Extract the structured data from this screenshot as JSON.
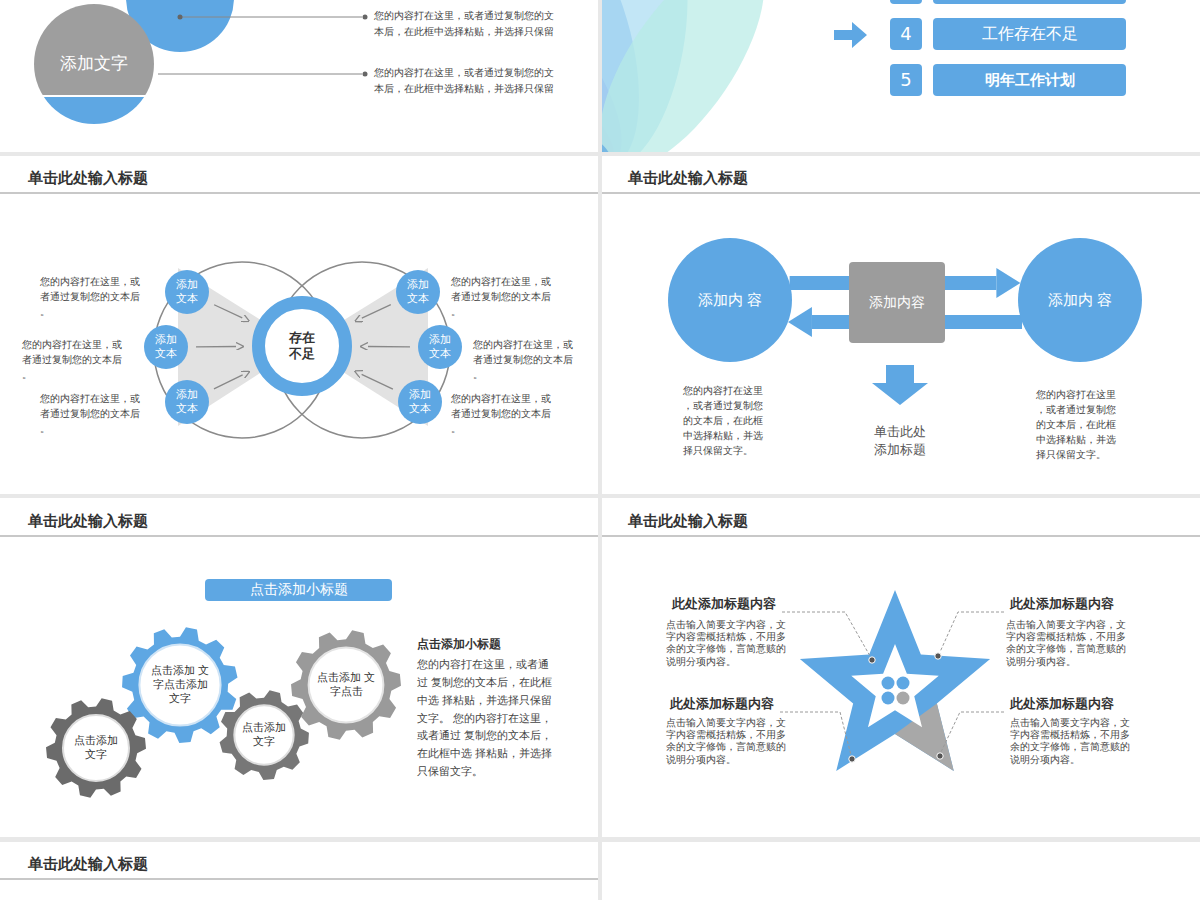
{
  "diagram": {
    "nodes": [
      {
        "text": [
          "添加文字"
        ]
      },
      {
        "text": [
          "4"
        ]
      },
      {
        "text": [
          "工作存在不足"
        ]
      },
      {
        "text": [
          "5"
        ]
      },
      {
        "text": [
          "明年工作计划"
        ]
      },
      {
        "text": [
          "添加 文本"
        ]
      },
      {
        "text": [
          "添加 文本"
        ]
      },
      {
        "text": [
          "添加 文本"
        ]
      },
      {
        "text": [
          "存在 不足"
        ]
      },
      {
        "text": [
          "添加 文本"
        ]
      },
      {
        "text": [
          "添加 文本"
        ]
      },
      {
        "text": [
          "添加 文本"
        ]
      },
      {
        "text": [
          "添加内 容"
        ]
      },
      {
        "text": [
          "添加内容"
        ]
      },
      {
        "text": [
          "添加内 容"
        ]
      },
      {
        "text": [
          "点击添加小标题"
        ]
      },
      {
        "text": [
          "点击添加 文字点击添加 文字"
        ]
      },
      {
        "text": [
          "点击添加 文字"
        ]
      },
      {
        "text": [
          "点击添加 文字"
        ]
      },
      {
        "text": [
          "点击添加 文字点击"
        ]
      }
    ],
    "edges": [
      {
        "from": 5,
        "to": 8,
        "arrow": "to"
      },
      {
        "from": 6,
        "to": 8,
        "arrow": "to"
      },
      {
        "from": 7,
        "to": 8,
        "arrow": "to"
      },
      {
        "from": 9,
        "to": 8,
        "arrow": "to"
      },
      {
        "from": 10,
        "to": 8,
        "arrow": "to"
      },
      {
        "from": 11,
        "to": 8,
        "arrow": "to"
      },
      {
        "from": 12,
        "to": 14,
        "arrow": "to"
      },
      {
        "from": 14,
        "to": 12,
        "arrow": "to"
      }
    ],
    "labels": [
      "您的内容打在这里，或者通过复制您的文 本后，在此框中选择粘贴，并选择只保留",
      "您的内容打在这里，或者通过复制您的文 本后，在此框中选择粘贴，并选择只保留",
      "单击此处输入标题",
      "您的内容打在这里，或 者通过复制您的文本后 。",
      "您的内容打在这里，或 者通过复制您的文本后 。",
      "您的内容打在这里，或 者通过复制您的文本后 。",
      "您的内容打在这里，或 者通过复制您的文本后 。",
      "您的内容打在这里，或 者通过复制您的文本后 。",
      "您的内容打在这里，或 者通过复制您的文本后 。",
      "单击此处输入标题",
      "您的内容打在这里 ，或者通过复制您 的文本后，在此框 中选择粘贴，并选 择只保留文字。",
      "单击此处 添加标题",
      "您的内容打在这里 ，或者通过复制您 的文本后，在此框 中选择粘贴，并选 择只保留文字。",
      "单击此处输入标题",
      "点击添加小标题",
      "您的内容打在这里，或者通过 复制您的文本后，在此框中选 择粘贴，并选择只保留文字。 您的内容打在这里，或者通过 复制您的文本后，在此框中选 择粘贴，并选择只保留文字。",
      "单击此处输入标题",
      "此处添加标题内容",
      "点击输入简要文字内容，文 字内容需概括精炼，不用多 余的文字修饰，言简意赅的 说明分项内容。",
      "此处添加标题内容",
      "点击输入简要文字内容，文 字内容需概括精炼，不用多 余的文字修饰，言简意赅的 说明分项内容。",
      "此处添加标题内容",
      "点击输入简要文字内容，文 字内容需概括精炼，不用多 余的文字修饰，言简意赅的 说明分项内容。",
      "此处添加标题内容",
      "点击输入简要文字内容，文 字内容需概括精炼，不用多 余的文字修饰，言简意赅的 说明分项内容。",
      "单击此处输入标题"
    ]
  }
}
